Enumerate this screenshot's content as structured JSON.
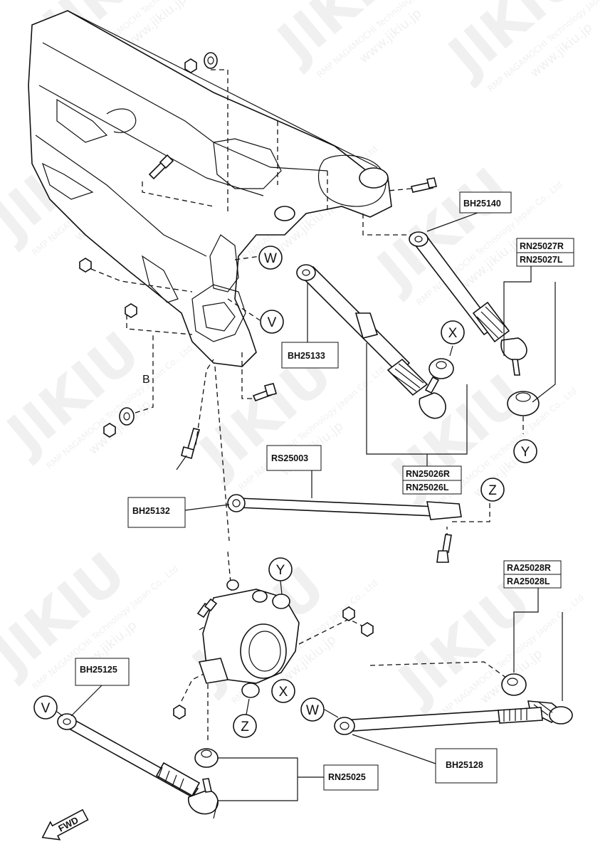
{
  "diagram": {
    "watermark": {
      "logo": "JIKIU",
      "company": "RMP NAGAMOCHI Technology Japan Co., Ltd",
      "url": "www.jikiu.jp"
    },
    "part_labels": {
      "bh25140": "BH25140",
      "rn25027r": "RN25027R",
      "rn25027l": "RN25027L",
      "bh25133": "BH25133",
      "rs25003": "RS25003",
      "rn25026r": "RN25026R",
      "rn25026l": "RN25026L",
      "bh25132": "BH25132",
      "ra25028r": "RA25028R",
      "ra25028l": "RA25028L",
      "bh25125": "BH25125",
      "rn25025": "RN25025",
      "bh25128": "BH25128"
    },
    "reference_markers": {
      "w_top": "W",
      "v_top": "V",
      "x_top": "X",
      "y_right": "Y",
      "z_right": "Z",
      "y_knuckle": "Y",
      "x_knuckle": "X",
      "z_knuckle": "Z",
      "v_bottom": "V",
      "w_bottom": "W"
    },
    "letter_b": "B",
    "fwd_label": "FWD"
  }
}
